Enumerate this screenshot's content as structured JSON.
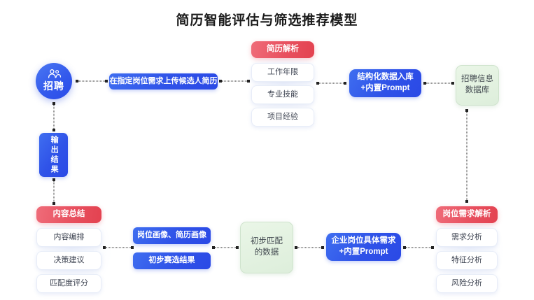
{
  "title": "简历智能评估与筛选推荐模型",
  "colors": {
    "blue": "#2f52e8",
    "blue_light": "#4a77f2",
    "red": "#e8505f",
    "red_light": "#ef6c79",
    "green_fill": "#e4f1e0",
    "green_border": "#cfe3cd",
    "card_bg": "#ffffff",
    "card_text": "#3c4250",
    "title_text": "#1b1b1b",
    "connector": "#232323",
    "page_bg": "#ffffff"
  },
  "nodes": {
    "start_circle": {
      "label": "招聘",
      "icon": "two-people-icon"
    },
    "upload_step": {
      "label": "在指定岗位需求上传候选人简历"
    },
    "resume_parse_group": {
      "header": "简历解析",
      "items": [
        "工作年限",
        "专业技能",
        "项目经验"
      ]
    },
    "structured_store": {
      "line1": "结构化数据入库",
      "line2": "+内置Prompt"
    },
    "recruit_db": {
      "line1": "招聘信息",
      "line2": "数据库"
    },
    "output_result": {
      "label": "输出结果"
    },
    "content_summary_group": {
      "header": "内容总结",
      "items": [
        "内容编排",
        "决策建议",
        "匹配度评分"
      ]
    },
    "portrait_results": {
      "items": [
        "岗位画像、简历画像",
        "初步赛选结果"
      ]
    },
    "matched_data": {
      "line1": "初步匹配",
      "line2": "的数据"
    },
    "job_requirement_prompt": {
      "line1": "企业岗位具体需求",
      "line2": "+内置Prompt"
    },
    "job_parse_group": {
      "header": "岗位需求解析",
      "items": [
        "需求分析",
        "特征分析",
        "风险分析"
      ]
    }
  },
  "connectors": [
    {
      "name": "connector-start-to-upload",
      "orientation": "horizontal"
    },
    {
      "name": "connector-upload-to-resume-parse",
      "orientation": "horizontal"
    },
    {
      "name": "connector-resume-parse-to-structured-store",
      "orientation": "horizontal"
    },
    {
      "name": "connector-structured-store-to-recruit-db",
      "orientation": "horizontal"
    },
    {
      "name": "connector-start-to-output",
      "orientation": "vertical"
    },
    {
      "name": "connector-output-to-content-summary",
      "orientation": "vertical"
    },
    {
      "name": "connector-recruit-db-to-job-parse",
      "orientation": "vertical"
    },
    {
      "name": "connector-content-summary-to-portraits",
      "orientation": "horizontal"
    },
    {
      "name": "connector-portraits-to-matched-data",
      "orientation": "horizontal"
    },
    {
      "name": "connector-matched-data-to-job-prompt",
      "orientation": "horizontal"
    },
    {
      "name": "connector-job-prompt-to-job-parse",
      "orientation": "horizontal"
    }
  ]
}
